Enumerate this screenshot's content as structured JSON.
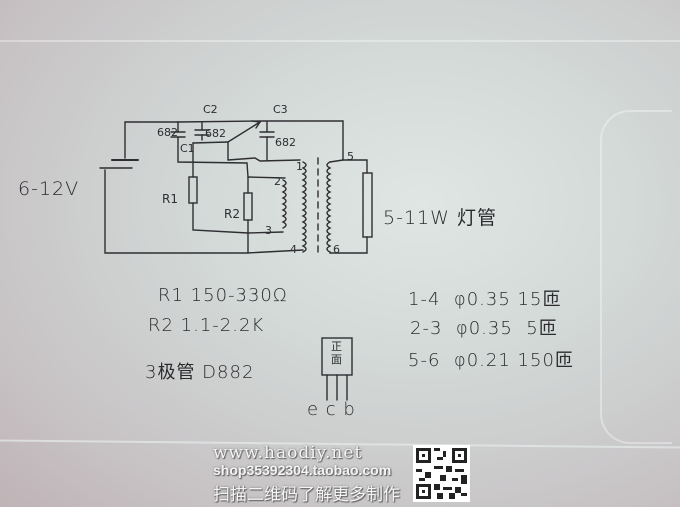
{
  "circuit": {
    "supply_label": "6-12V",
    "lamp_label": "5-11W 灯管",
    "capacitors": [
      {
        "name": "C1",
        "value": "682"
      },
      {
        "name": "C2",
        "value": "682"
      },
      {
        "name": "C3",
        "value": "682"
      }
    ],
    "resistors": [
      "R1",
      "R2"
    ],
    "winding_pins": [
      "1",
      "2",
      "3",
      "4",
      "5",
      "6"
    ]
  },
  "parts_list": {
    "r1": "R1  150-330Ω",
    "r2": "R2  1.1-2.2K",
    "transistor": "3极管  D882"
  },
  "windings": [
    {
      "pins": "1-4",
      "wire": "φ0.35",
      "turns": "15匝"
    },
    {
      "pins": "2-3",
      "wire": "φ0.35",
      "turns": "5匝"
    },
    {
      "pins": "5-6",
      "wire": "φ0.21",
      "turns": "150匝"
    }
  ],
  "transistor_pinout": {
    "face_label": "正面",
    "pins": "e c b"
  },
  "watermark": {
    "site": "www.haodiy.net",
    "shop": "shop35392304.taobao.com",
    "note": "扫描二维码了解更多制作"
  }
}
